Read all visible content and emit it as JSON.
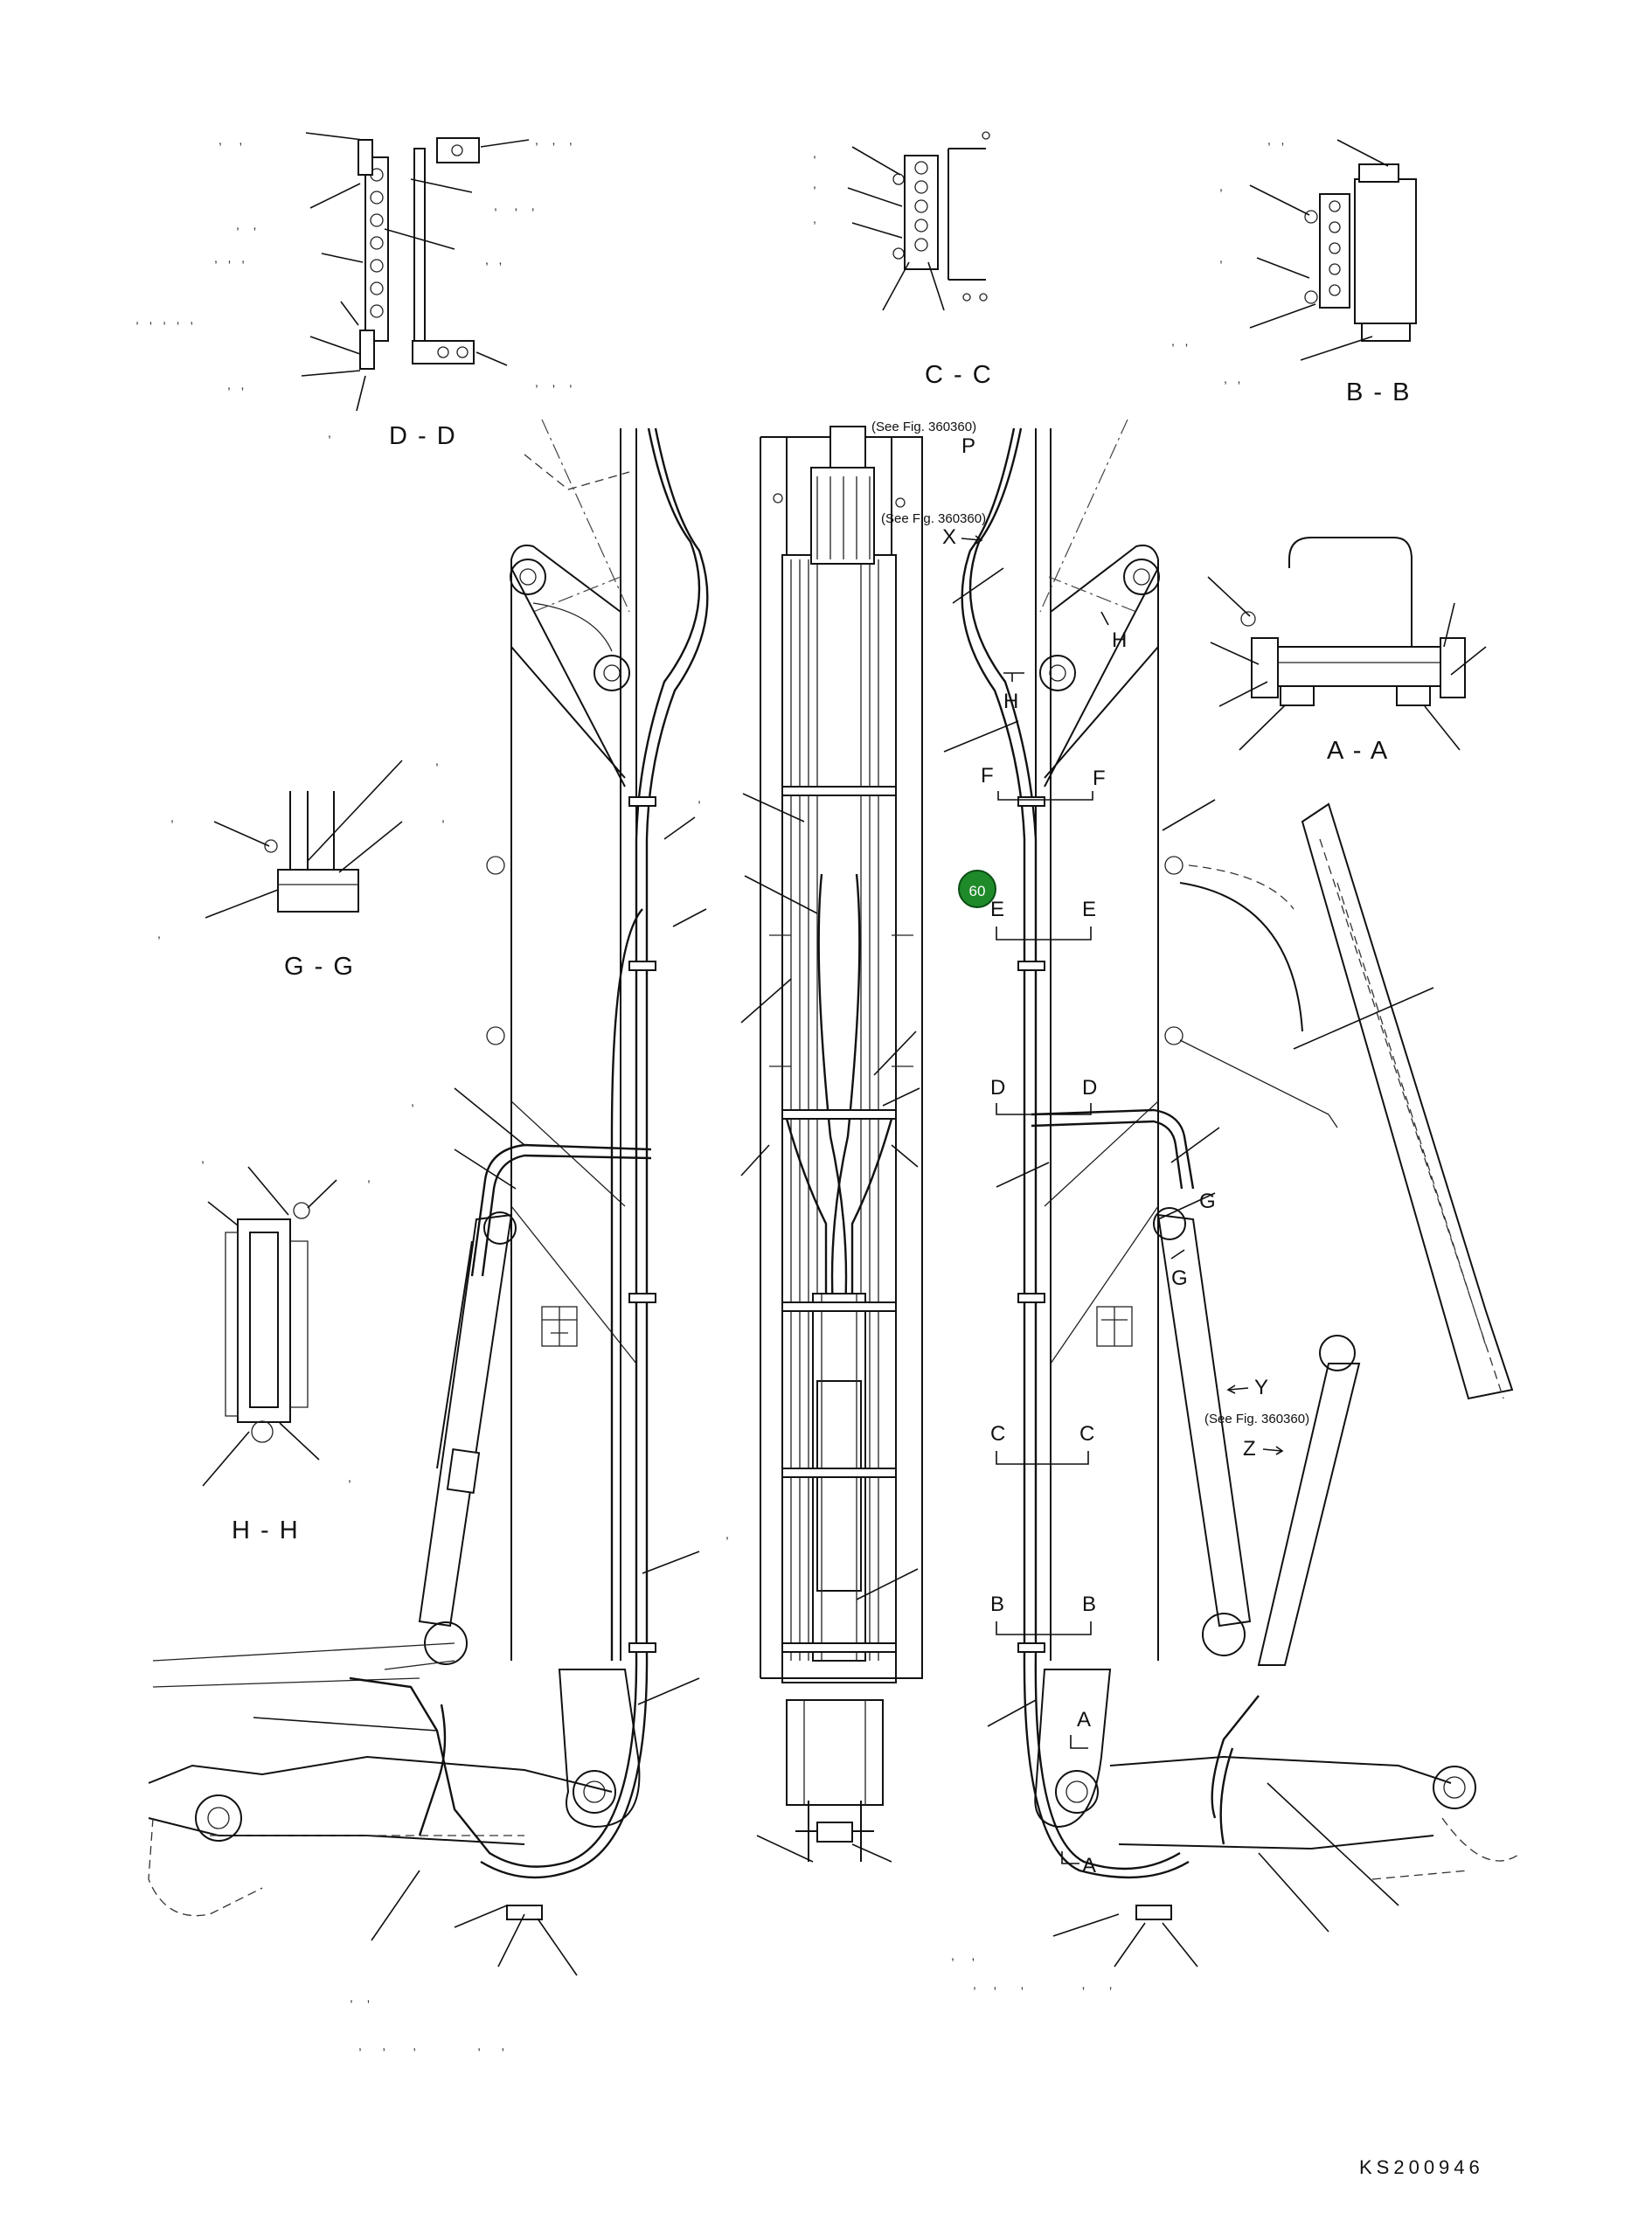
{
  "drawing_code": "KS200946",
  "section_views": {
    "d": "D - D",
    "c": "C - C",
    "b": "B - B",
    "a": "A - A",
    "g": "G - G",
    "h": "H - H"
  },
  "references": {
    "top": "(See Fig. 360360)",
    "x_view": "(See Fig. 360360)",
    "y_view": "(See Fig. 360360)"
  },
  "view_arrows": {
    "p": "P",
    "x": "X",
    "y": "Y",
    "z": "Z"
  },
  "section_marks": {
    "h": "H",
    "f": "F",
    "e": "E",
    "d": "D",
    "g": "G",
    "c": "C",
    "b": "B",
    "a": "A"
  },
  "callout_badge": {
    "label": "60",
    "color": "#1e8a2a"
  }
}
